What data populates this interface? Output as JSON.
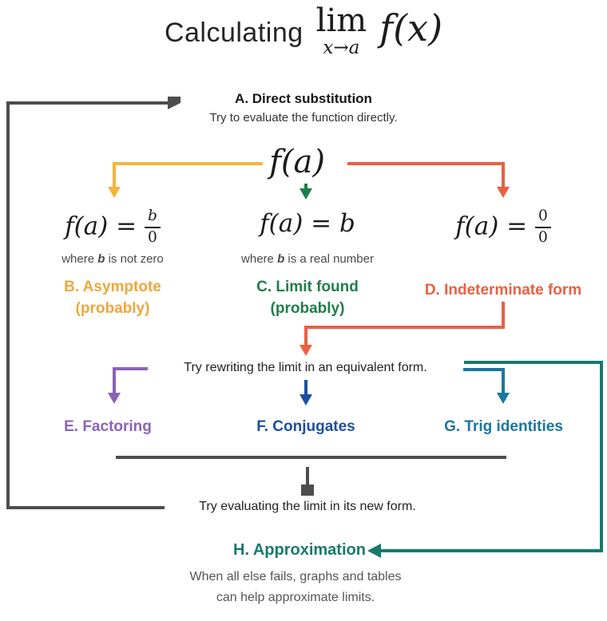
{
  "colors": {
    "line_gray": "#4d4d4d",
    "yellow": "#f6b43c",
    "yellow_text": "#efa73c",
    "green": "#1e7e49",
    "red": "#eb5f41",
    "purple": "#8a63b8",
    "blue": "#1c4fa1",
    "teal_blue": "#1a76a0",
    "teal": "#17796e"
  },
  "title": {
    "word": "Calculating",
    "lim": "lim",
    "approach": "x→a",
    "fx": "f(x)"
  },
  "step_a": {
    "label": "A. Direct substitution",
    "desc": "Try to evaluate the function directly."
  },
  "fa": "f(a)",
  "branch_b": {
    "lhs": "f(a)",
    "eq": "=",
    "num": "b",
    "den": "0",
    "note_pre": "where ",
    "note_b": "b",
    "note_post": " is not zero",
    "label1": "B. Asymptote",
    "label2": "(probably)"
  },
  "branch_c": {
    "lhs": "f(a)",
    "eq": "=",
    "rhs": "b",
    "note_pre": "where ",
    "note_b": "b",
    "note_post": " is a real number",
    "label1": "C. Limit found",
    "label2": "(probably)"
  },
  "branch_d": {
    "lhs": "f(a)",
    "eq": "=",
    "num": "0",
    "den": "0",
    "label": "D. Indeterminate form"
  },
  "rewrite": {
    "instruction": "Try rewriting the limit in an equivalent form."
  },
  "methods": {
    "e": "E. Factoring",
    "f": "F. Conjugates",
    "g": "G. Trig identities"
  },
  "evaluate": {
    "instruction": "Try evaluating the limit in its new form."
  },
  "step_h": {
    "label": "H. Approximation",
    "desc1": "When all else fails, graphs and tables",
    "desc2": "can help approximate limits."
  }
}
